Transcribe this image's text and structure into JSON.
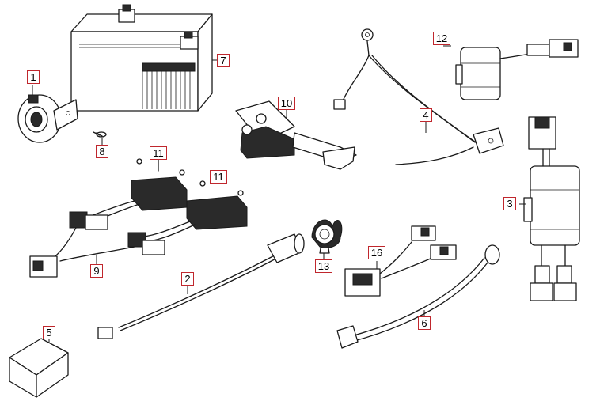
{
  "callouts": {
    "c1": "1",
    "c2": "2",
    "c3": "3",
    "c4": "4",
    "c5": "5",
    "c6": "6",
    "c7": "7",
    "c8": "8",
    "c9": "9",
    "c10": "10",
    "c11a": "11",
    "c11b": "11",
    "c12": "12",
    "c13": "13",
    "c16": "16"
  },
  "colors": {
    "callout_border": "#c0272d",
    "line": "#1a1a1a"
  }
}
